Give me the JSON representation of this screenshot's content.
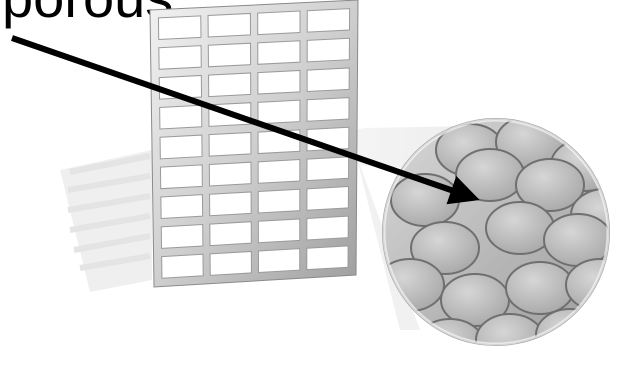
{
  "label": {
    "text": "porous"
  },
  "colors": {
    "frame_light": "#e8e8e8",
    "frame_mid": "#bdbdbd",
    "frame_dark": "#8a8a8a",
    "shadow": "#d9d9d9",
    "lens_bg": "#b9b9b9",
    "pore": "#c4c4c4",
    "pore_rim": "#7a7a7a",
    "arrow": "#000000"
  },
  "icons": {
    "grid": "porous-grid-sheet",
    "magnifier": "magnifier-circle",
    "pointer": "callout-arrow"
  }
}
